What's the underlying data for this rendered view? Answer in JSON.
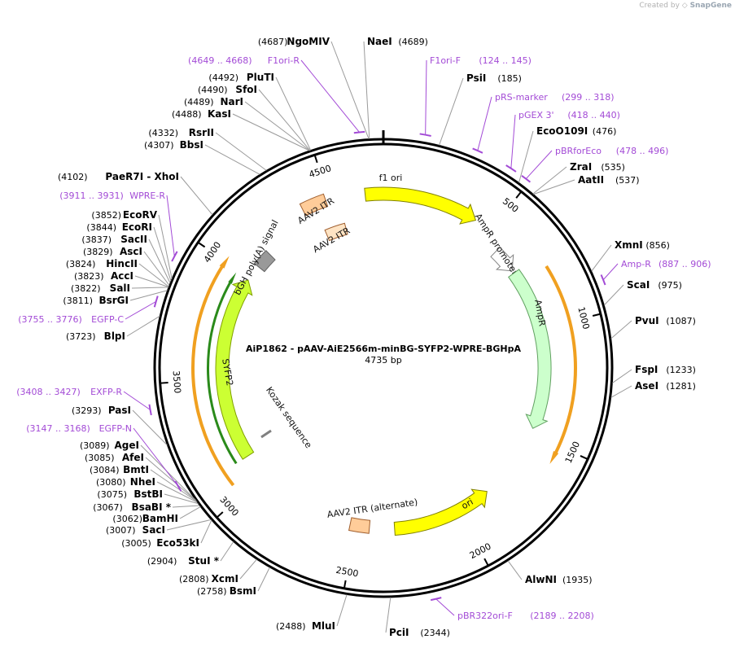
{
  "credit": {
    "prefix": "Created by",
    "brand": "SnapGene"
  },
  "map": {
    "title": "AiP1862 - pAAV-AiE2566m-minBG-SYFP2-WPRE-BGHpA",
    "length_label": "4735 bp",
    "length": 4735
  },
  "ticks": [
    "500",
    "1000",
    "1500",
    "2000",
    "2500",
    "3000",
    "3500",
    "4000",
    "4500"
  ],
  "sites": [
    {
      "name": "NgoMIV",
      "pos": "(4687)",
      "side": "left"
    },
    {
      "name": "NaeI",
      "pos": "(4689)",
      "side": "right"
    },
    {
      "name": "PsiI",
      "pos": "(185)",
      "side": "right"
    },
    {
      "name": "EcoO109I",
      "pos": "(476)",
      "side": "right"
    },
    {
      "name": "ZraI",
      "pos": "(535)",
      "side": "right"
    },
    {
      "name": "AatII",
      "pos": "(537)",
      "side": "right"
    },
    {
      "name": "XmnI",
      "pos": "(856)",
      "side": "right"
    },
    {
      "name": "ScaI",
      "pos": "(975)",
      "side": "right"
    },
    {
      "name": "PvuI",
      "pos": "(1087)",
      "side": "right"
    },
    {
      "name": "FspI",
      "pos": "(1233)",
      "side": "right"
    },
    {
      "name": "AseI",
      "pos": "(1281)",
      "side": "right"
    },
    {
      "name": "AlwNI",
      "pos": "(1935)",
      "side": "right"
    },
    {
      "name": "PciI",
      "pos": "(2344)",
      "side": "right"
    },
    {
      "name": "MluI",
      "pos": "(2488)",
      "side": "left"
    },
    {
      "name": "BsmI",
      "pos": "(2758)",
      "side": "left"
    },
    {
      "name": "XcmI",
      "pos": "(2808)",
      "side": "left"
    },
    {
      "name": "StuI *",
      "pos": "(2904)",
      "side": "left"
    },
    {
      "name": "Eco53kI",
      "pos": "(3005)",
      "side": "left"
    },
    {
      "name": "SacI",
      "pos": "(3007)",
      "side": "left"
    },
    {
      "name": "BamHI",
      "pos": "(3062)",
      "side": "left"
    },
    {
      "name": "BsaBI *",
      "pos": "(3067)",
      "side": "left"
    },
    {
      "name": "BstBI",
      "pos": "(3075)",
      "side": "left"
    },
    {
      "name": "NheI",
      "pos": "(3080)",
      "side": "left"
    },
    {
      "name": "BmtI",
      "pos": "(3084)",
      "side": "left"
    },
    {
      "name": "AfeI",
      "pos": "(3085)",
      "side": "left"
    },
    {
      "name": "AgeI",
      "pos": "(3089)",
      "side": "left"
    },
    {
      "name": "PasI",
      "pos": "(3293)",
      "side": "left"
    },
    {
      "name": "BlpI",
      "pos": "(3723)",
      "side": "left"
    },
    {
      "name": "BsrGI",
      "pos": "(3811)",
      "side": "left"
    },
    {
      "name": "SalI",
      "pos": "(3822)",
      "side": "left"
    },
    {
      "name": "AccI",
      "pos": "(3823)",
      "side": "left"
    },
    {
      "name": "HincII",
      "pos": "(3824)",
      "side": "left"
    },
    {
      "name": "AscI",
      "pos": "(3829)",
      "side": "left"
    },
    {
      "name": "SacII",
      "pos": "(3837)",
      "side": "left"
    },
    {
      "name": "EcoRI",
      "pos": "(3844)",
      "side": "left"
    },
    {
      "name": "EcoRV",
      "pos": "(3852)",
      "side": "left"
    },
    {
      "name": "PaeR7I  - XhoI",
      "pos": "(4102)",
      "side": "left"
    },
    {
      "name": "BbsI",
      "pos": "(4307)",
      "side": "left"
    },
    {
      "name": "RsrII",
      "pos": "(4332)",
      "side": "left"
    },
    {
      "name": "KasI",
      "pos": "(4488)",
      "side": "left"
    },
    {
      "name": "NarI",
      "pos": "(4489)",
      "side": "left"
    },
    {
      "name": "SfoI",
      "pos": "(4490)",
      "side": "left"
    },
    {
      "name": "PluTI",
      "pos": "(4492)",
      "side": "left"
    }
  ],
  "primers": [
    {
      "name": "F1ori-R",
      "range": "(4649 .. 4668)",
      "side": "left"
    },
    {
      "name": "F1ori-F",
      "range": "(124 .. 145)",
      "side": "right"
    },
    {
      "name": "pRS-marker",
      "range": "(299 .. 318)",
      "side": "right"
    },
    {
      "name": "pGEX 3'",
      "range": "(418 .. 440)",
      "side": "right"
    },
    {
      "name": "pBRforEco",
      "range": "(478 .. 496)",
      "side": "right"
    },
    {
      "name": "Amp-R",
      "range": "(887 .. 906)",
      "side": "right"
    },
    {
      "name": "pBR322ori-F",
      "range": "(2189 .. 2208)",
      "side": "right"
    },
    {
      "name": "EGFP-N",
      "range": "(3147 .. 3168)",
      "side": "left"
    },
    {
      "name": "EXFP-R",
      "range": "(3408 .. 3427)",
      "side": "left"
    },
    {
      "name": "EGFP-C",
      "range": "(3755 .. 3776)",
      "side": "left"
    },
    {
      "name": "WPRE-R",
      "range": "(3911 .. 3931)",
      "side": "left"
    }
  ],
  "features": [
    {
      "name": "f1 ori",
      "color": "#ffff00"
    },
    {
      "name": "AmpR promoter",
      "color": "#ffffff"
    },
    {
      "name": "AmpR",
      "color": "#ccffcc"
    },
    {
      "name": "ori",
      "color": "#ffff00"
    },
    {
      "name": "AAV2 ITR (alternate)",
      "color": "#ffcc99"
    },
    {
      "name": "Kozak sequence",
      "color": "#999999"
    },
    {
      "name": "SYFP2",
      "color": "#ccff33"
    },
    {
      "name": "bGH poly(A) signal",
      "color": "#999999"
    },
    {
      "name": "AAV2 ITR",
      "color": "#ffcc99"
    },
    {
      "name": "AAV2 ITR",
      "color": "#ffe4c4"
    }
  ],
  "colors": {
    "backbone": "#000000",
    "primer": "#a34bd6",
    "orf": "#f0a020",
    "orf_inner": "#2a8a1a",
    "feature_outline": "#808080"
  }
}
